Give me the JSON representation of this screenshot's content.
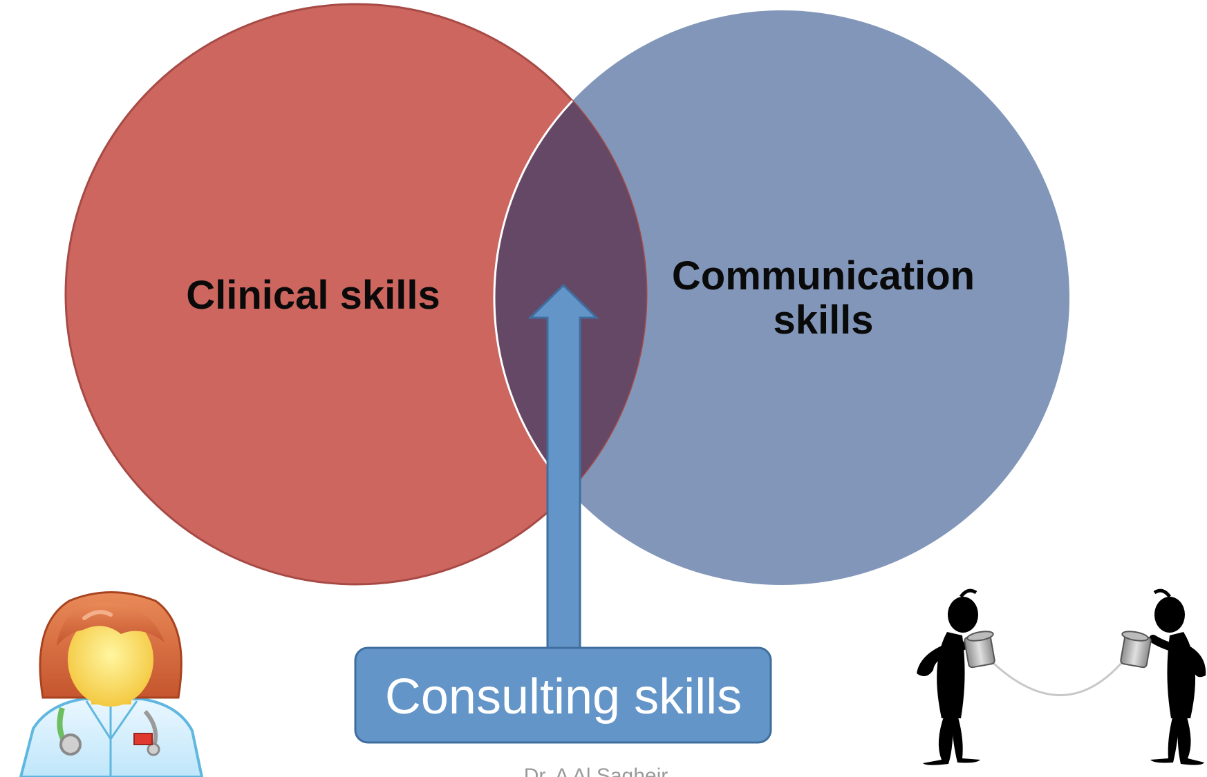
{
  "diagram": {
    "left_circle": {
      "label": "Clinical skills",
      "fill": "#CC665F",
      "stroke": "#A74A45"
    },
    "right_circle": {
      "label_line1": "Communication",
      "label_line2": "skills",
      "fill": "#8196B8"
    },
    "overlap": {
      "fill": "#654866"
    },
    "arrow": {
      "fill": "#6495C8",
      "stroke": "#3F6E9E"
    },
    "result_box": {
      "label": "Consulting skills",
      "fill": "#6495C8",
      "stroke": "#3F6E9E"
    }
  },
  "illustrations": {
    "doctor": "doctor-clipart-icon",
    "talkers": "tin-can-phone-figures-icon"
  },
  "footer": {
    "author": "Dr. A Al Sagheir"
  }
}
